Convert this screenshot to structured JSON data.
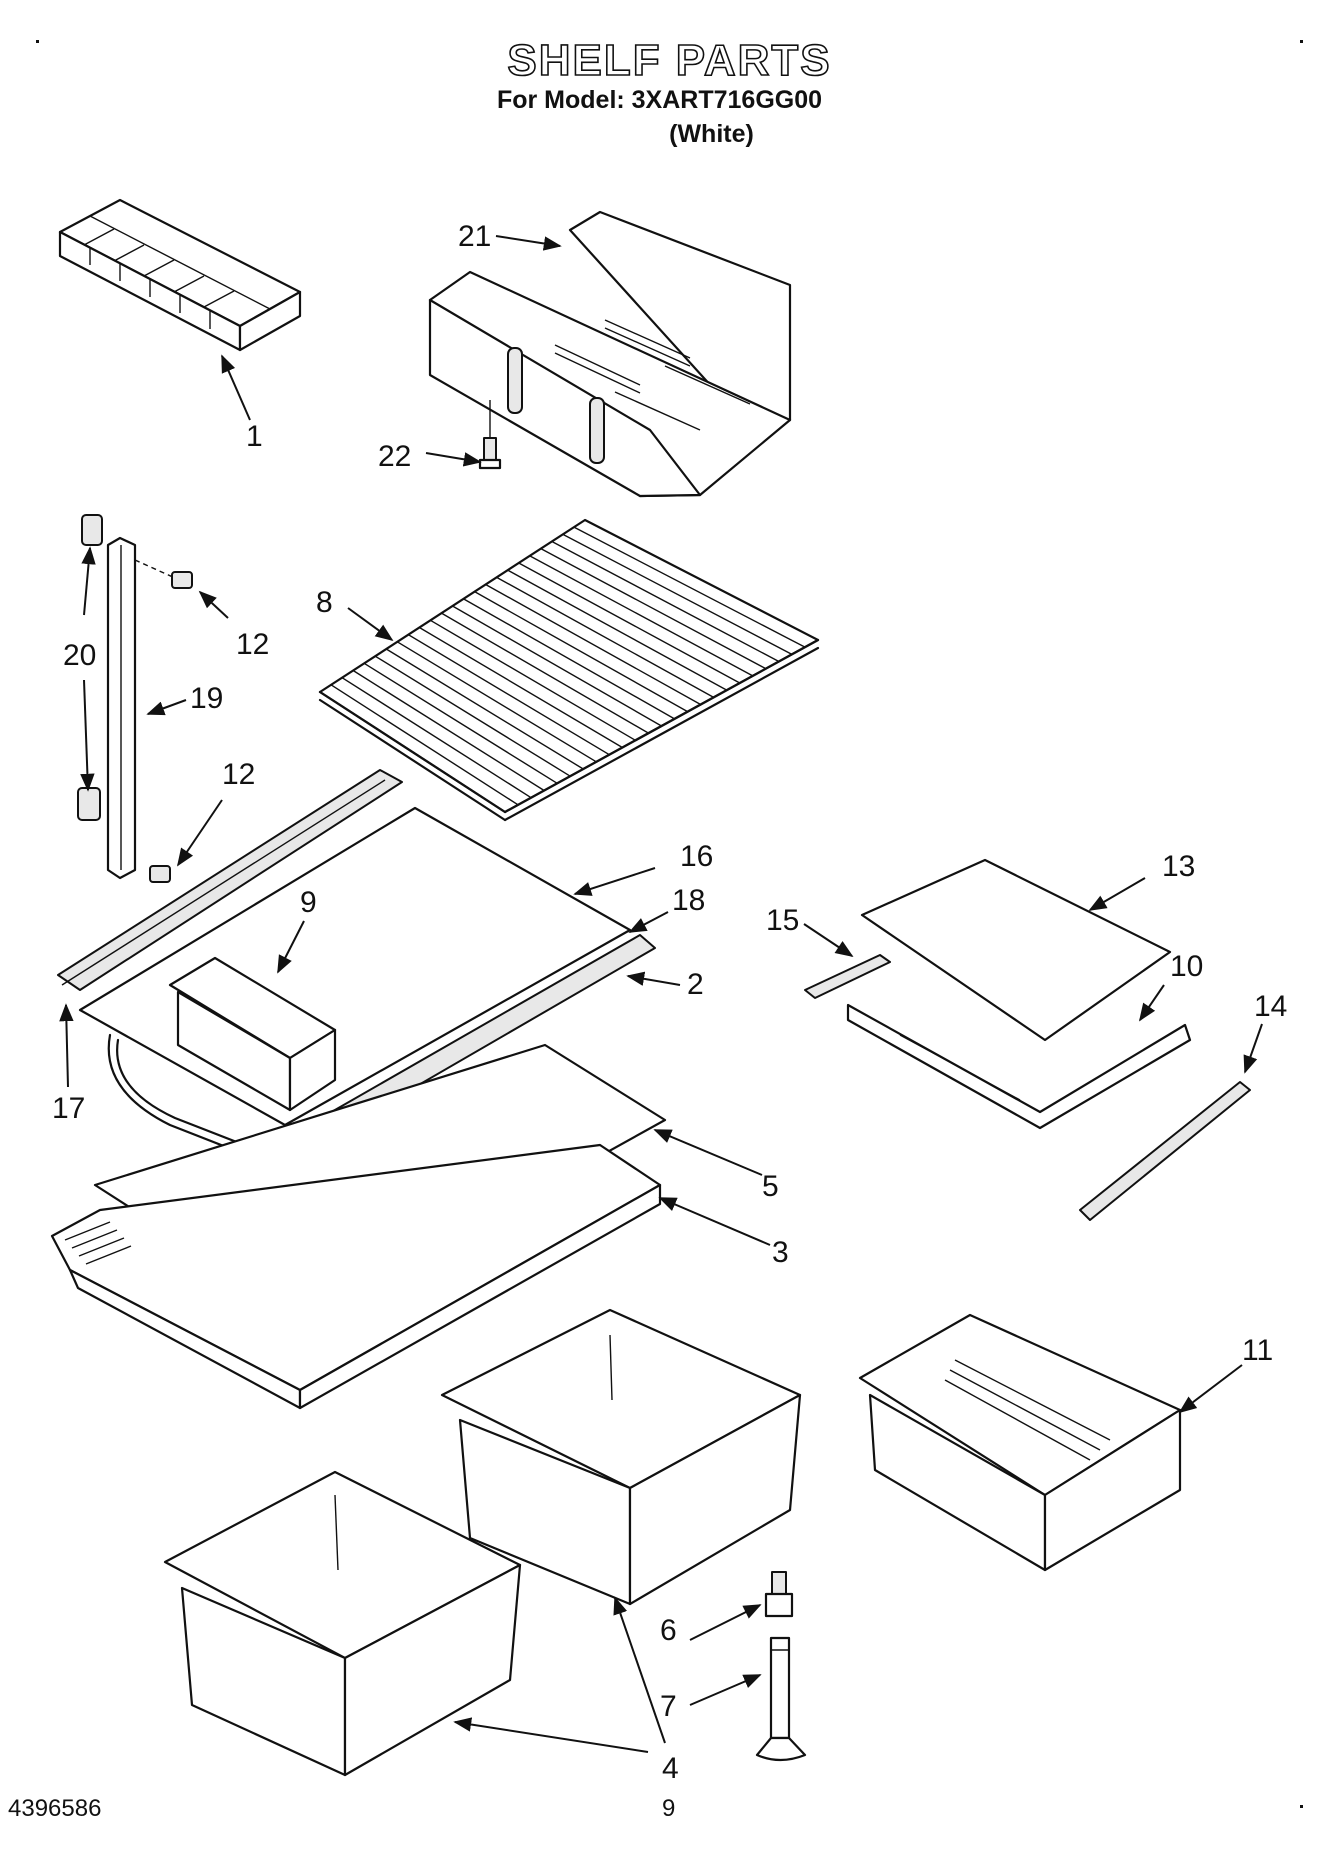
{
  "header": {
    "title": "SHELF PARTS",
    "model": "For Model: 3XART716GG00",
    "color": "(White)"
  },
  "footer": {
    "doc_number": "4396586",
    "page": "9"
  },
  "callouts": {
    "c1": "1",
    "c2": "2",
    "c3": "3",
    "c4a": "4",
    "c5": "5",
    "c6": "6",
    "c7": "7",
    "c8": "8",
    "c9": "9",
    "c10": "10",
    "c11": "11",
    "c12a": "12",
    "c12b": "12",
    "c13": "13",
    "c14": "14",
    "c15": "15",
    "c16": "16",
    "c17": "17",
    "c18": "18",
    "c19": "19",
    "c20": "20",
    "c21": "21",
    "c22": "22"
  }
}
